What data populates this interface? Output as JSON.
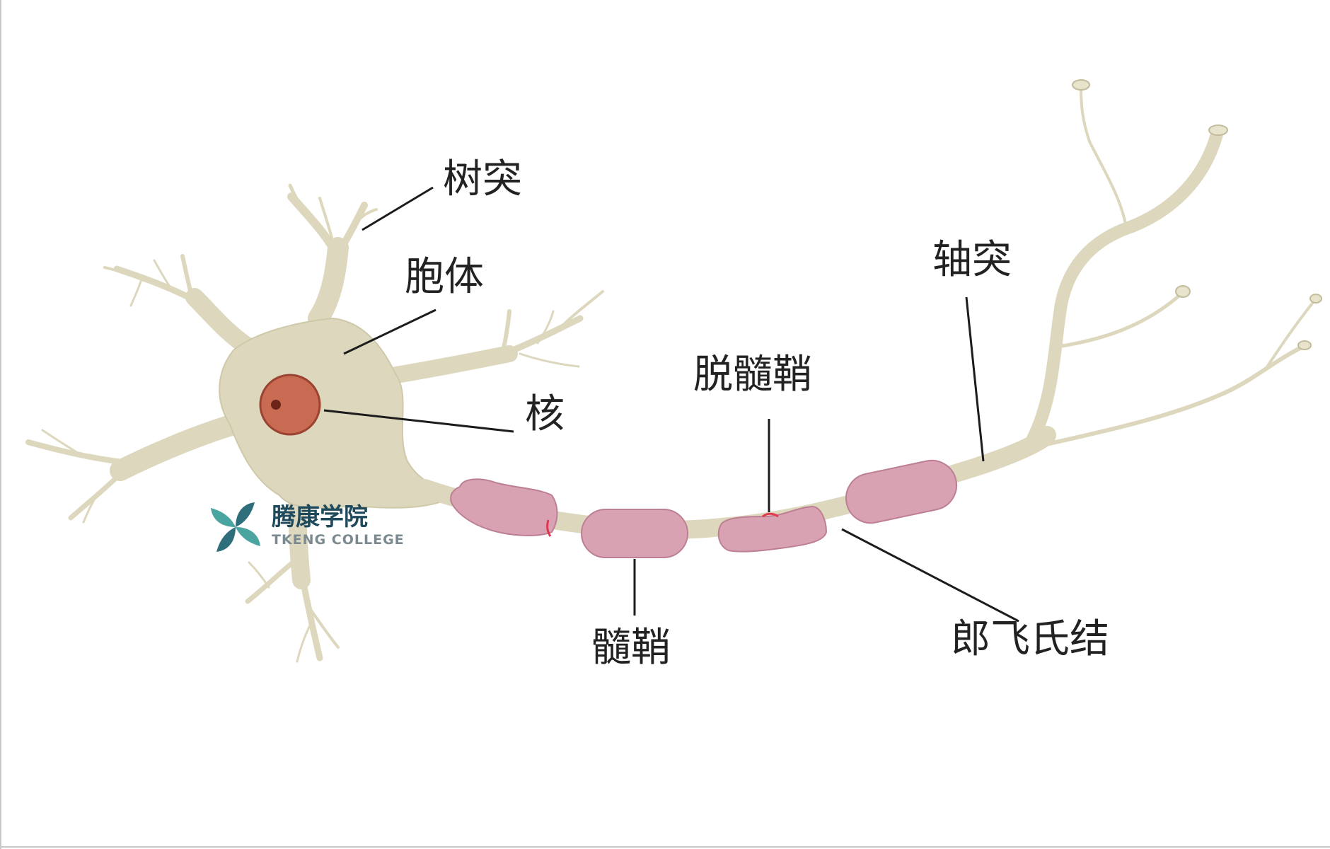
{
  "labels": {
    "dendrite": "树突",
    "cell_body": "胞体",
    "nucleus": "核",
    "axon": "轴突",
    "demyelination": "脱髓鞘",
    "myelin_sheath": "髓鞘",
    "node_of_ranvier": "郎飞氏结"
  },
  "logo": {
    "name": "腾康学院",
    "subtitle": "TKENG COLLEGE"
  },
  "colors": {
    "neuron": "#dcd7bd",
    "neuron_edge": "#cfc9aa",
    "myelin": "#d9a2b3",
    "myelin_edge": "#bd7f93",
    "damaged": "#e2374f",
    "nucleus": "#c96a53",
    "nucleus_edge": "#9b4230",
    "leader": "#1c1c1c",
    "logo_teal": "#2f6f7c",
    "logo_green": "#4aa5a0"
  }
}
